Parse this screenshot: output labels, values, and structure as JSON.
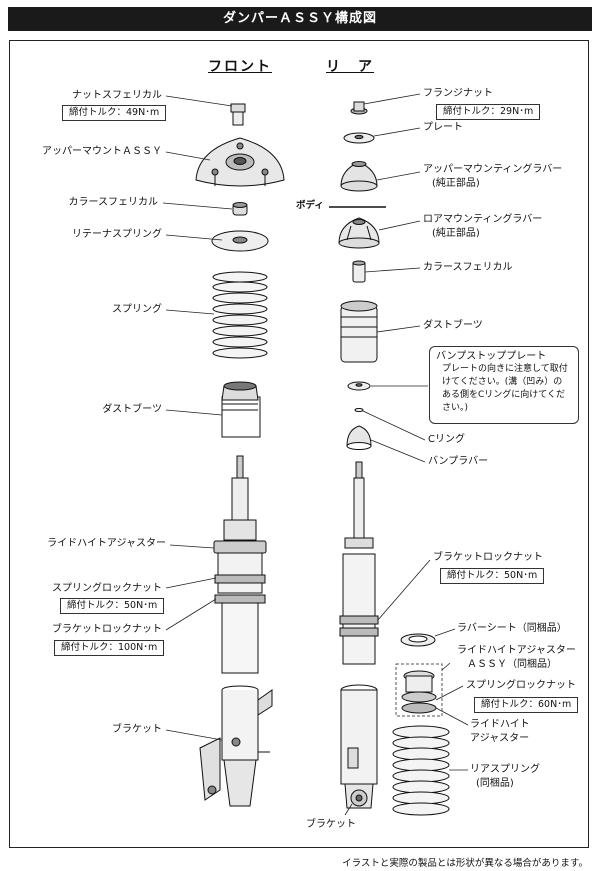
{
  "title": "ダンパーＡＳＳＹ構成図",
  "columns": {
    "front": "フロント",
    "rear": "リ　ア"
  },
  "body_label": "ボディ",
  "front_labels": {
    "nut_spherical": "ナットスフェリカル",
    "nut_torque": "締付トルク：49N･m",
    "upper_mount": "アッパーマウントＡＳＳＹ",
    "collar_spherical": "カラースフェリカル",
    "retainer_spring": "リテーナスプリング",
    "spring": "スプリング",
    "dust_boot": "ダストブーツ",
    "ride_height_adjuster": "ライドハイトアジャスター",
    "spring_lock_nut": "スプリングロックナット",
    "spring_lock_torque": "締付トルク：50N･m",
    "bracket_lock_nut": "ブラケットロックナット",
    "bracket_lock_torque": "締付トルク：100N･m",
    "bracket": "ブラケット"
  },
  "rear_labels": {
    "flange_nut": "フランジナット",
    "flange_torque": "締付トルク：29N･m",
    "plate": "プレート",
    "upper_mounting_rubber": "アッパーマウンティングラバー",
    "upper_mounting_rubber_sub": "(純正部品)",
    "lower_mounting_rubber": "ロアマウンティングラバー",
    "lower_mounting_rubber_sub": "(純正部品)",
    "collar_spherical": "カラースフェリカル",
    "dust_boot": "ダストブーツ",
    "bump_stop_plate": "バンプストッププレート",
    "bump_stop_note": "プレートの向きに注意して取付\nけてください。(溝（凹み）の\nある側をCリングに向けてくだ\nさい。)",
    "c_ring": "Cリング",
    "bump_rubber": "バンプラバー",
    "bracket_lock_nut": "ブラケットロックナット",
    "bracket_lock_torque": "締付トルク：50N･m",
    "rubber_seat": "ラバーシート（同梱品）",
    "ride_height_adjuster_assy": "ライドハイトアジャスター",
    "ride_height_adjuster_assy_2": "ＡＳＳＹ（同梱品）",
    "spring_lock_nut": "スプリングロックナット",
    "spring_lock_torque": "締付トルク：60N･m",
    "ride_height_adjuster": "ライドハイト",
    "ride_height_adjuster_2": "アジャスター",
    "rear_spring": "リアスプリング",
    "rear_spring_sub": "(同梱品)",
    "bracket": "ブラケット"
  },
  "footer": "イラストと実際の製品とは形状が異なる場合があります。"
}
